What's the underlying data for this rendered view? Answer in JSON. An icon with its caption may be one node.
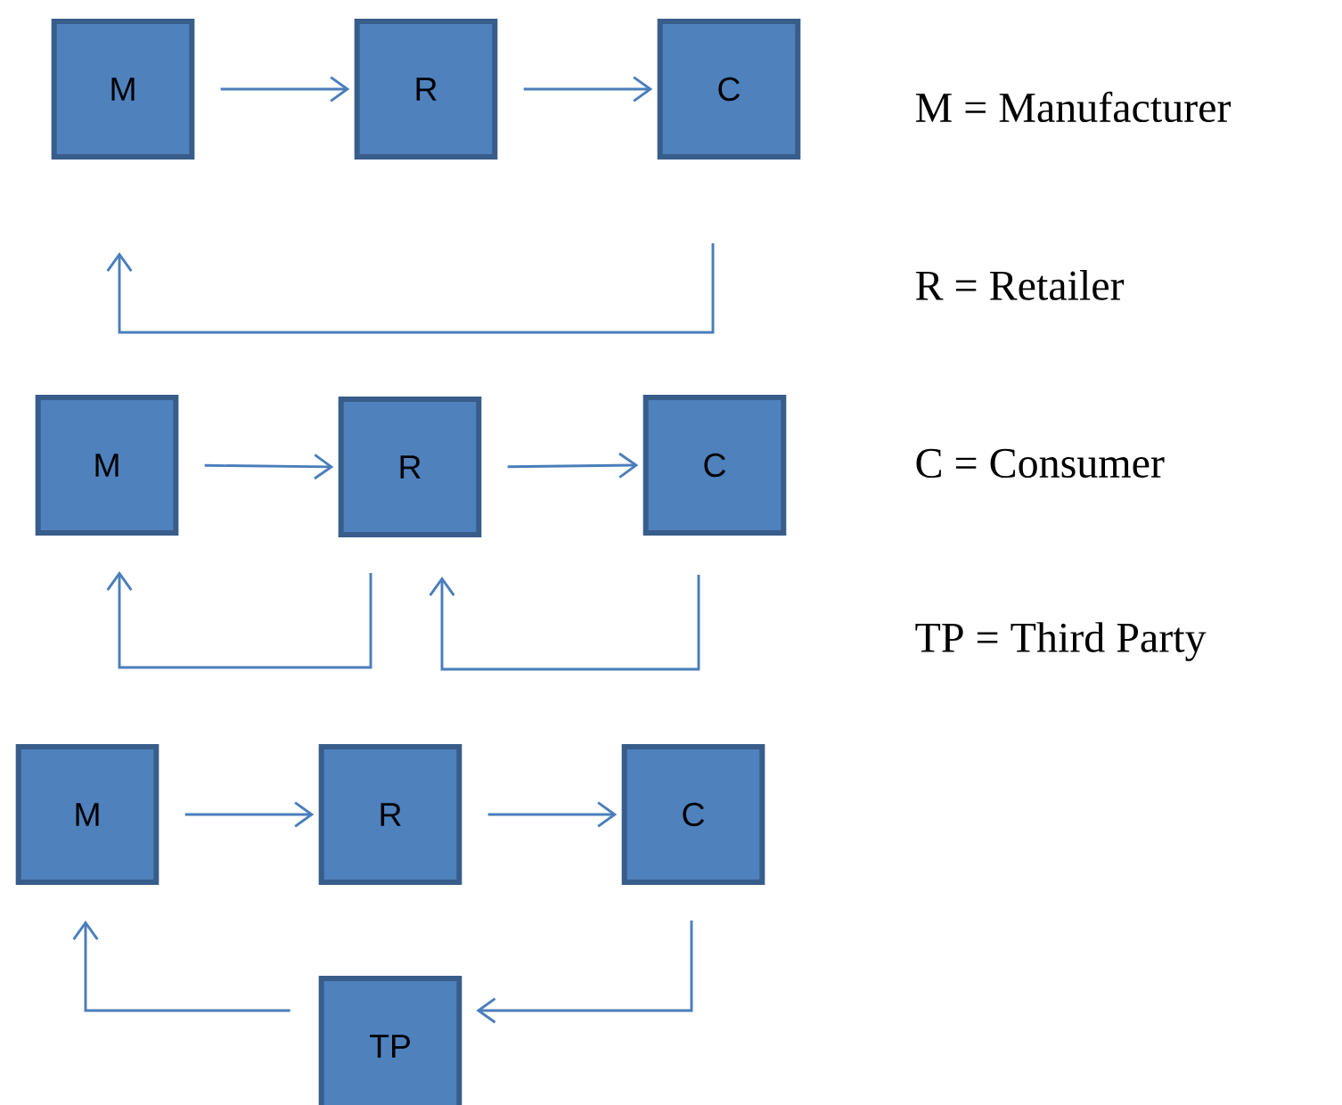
{
  "diagram": {
    "nodes": [
      {
        "text": [
          "M"
        ]
      },
      {
        "text": [
          "R"
        ]
      },
      {
        "text": [
          "C"
        ]
      },
      {
        "text": [
          "M"
        ]
      },
      {
        "text": [
          "R"
        ]
      },
      {
        "text": [
          "C"
        ]
      },
      {
        "text": [
          "M"
        ]
      },
      {
        "text": [
          "R"
        ]
      },
      {
        "text": [
          "C"
        ]
      },
      {
        "text": [
          "TP"
        ]
      }
    ],
    "edges": [
      {
        "from": 0,
        "to": 1,
        "arrow": "to"
      },
      {
        "from": 1,
        "to": 2,
        "arrow": "to"
      },
      {
        "from": 2,
        "to": 0,
        "arrow": "to"
      },
      {
        "from": 3,
        "to": 4,
        "arrow": "to"
      },
      {
        "from": 4,
        "to": 5,
        "arrow": "to"
      },
      {
        "from": 4,
        "to": 3,
        "arrow": "to"
      },
      {
        "from": 5,
        "to": 4,
        "arrow": "to"
      },
      {
        "from": 6,
        "to": 7,
        "arrow": "to"
      },
      {
        "from": 7,
        "to": 8,
        "arrow": "to"
      },
      {
        "from": 8,
        "to": 9,
        "arrow": "to"
      },
      {
        "from": 9,
        "to": 6,
        "arrow": "to"
      }
    ],
    "labels": [
      "M = Manufacturer",
      "R = Retailer",
      "C = Consumer",
      "TP = Third Party"
    ]
  }
}
